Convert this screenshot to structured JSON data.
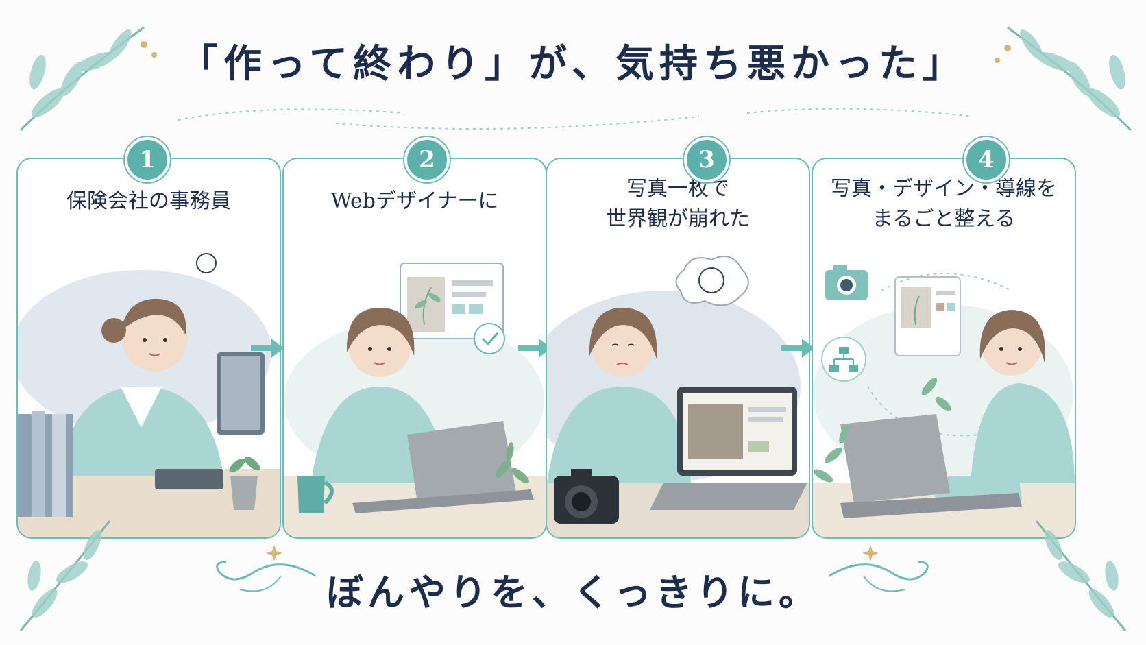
{
  "title": "「作って終わり」が、気持ち悪かった」",
  "footer": "ぼんやりを、くっきりに。",
  "colors": {
    "accent": "#5cb2ab",
    "border": "#6cbcb6",
    "navy": "#1d2b4d",
    "wash": "#c9d3e0"
  },
  "steps": [
    {
      "number": "1",
      "lines": [
        "保険会社の事務員"
      ]
    },
    {
      "number": "2",
      "lines": [
        "Webデザイナーに"
      ]
    },
    {
      "number": "3",
      "lines": [
        "写真一枚で",
        "世界観が崩れた"
      ]
    },
    {
      "number": "4",
      "lines": [
        "写真・デザイン・導線を",
        "まるごと整える"
      ]
    }
  ],
  "icons": [
    "leaf-sprig-icon",
    "arrow-right-icon",
    "check-icon",
    "camera-icon",
    "sitemap-icon",
    "tangle-icon",
    "sparkle-icon"
  ]
}
